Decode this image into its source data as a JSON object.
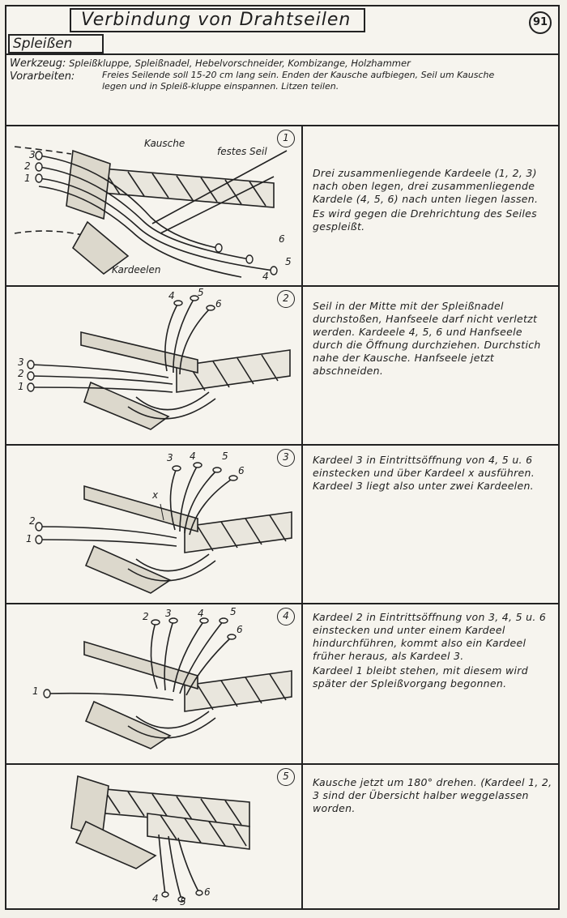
{
  "header": {
    "title": "Verbindung von Drahtseilen",
    "page_number": "91",
    "section": "Spleißen"
  },
  "tools": {
    "label": "Werkzeug:",
    "text": "Spleißkluppe, Spleißnadel, Hebelvorschneider, Kombizange, Holzhammer"
  },
  "preparation": {
    "label": "Vorarbeiten:",
    "text": "Freies Seilende soll 15-20 cm lang sein. Enden der Kausche aufbiegen, Seil um Kausche legen und in Spleiß-kluppe einspannen. Litzen teilen."
  },
  "steps": [
    {
      "number": "1",
      "labels": {
        "kausche": "Kausche",
        "festes_seil": "festes Seil",
        "kardeelen": "Kardeelen",
        "n1": "1",
        "n2": "2",
        "n3": "3",
        "n4": "4",
        "n5": "5",
        "n6": "6"
      },
      "paragraphs": [
        "Drei zusammenliegende Kardeele (1, 2, 3) nach oben legen, drei zusammenliegende Kardele (4, 5, 6) nach unten liegen lassen.",
        "Es wird gegen die Drehrichtung des Seiles gespleißt."
      ]
    },
    {
      "number": "2",
      "labels": {
        "n1": "1",
        "n2": "2",
        "n3": "3",
        "n4": "4",
        "n5": "5",
        "n6": "6"
      },
      "paragraphs": [
        "Seil in der Mitte mit der Spleißnadel durchstoßen, Hanfseele darf nicht verletzt werden. Kardeele 4, 5, 6 und Hanfseele durch die Öffnung durchziehen. Durchstich nahe der Kausche. Hanfseele jetzt abschneiden."
      ]
    },
    {
      "number": "3",
      "labels": {
        "n1": "1",
        "n2": "2",
        "n3": "3",
        "n4": "4",
        "n5": "5",
        "n6": "6",
        "x": "x"
      },
      "paragraphs": [
        "Kardeel 3 in Eintrittsöffnung von 4, 5 u. 6 einstecken und über Kardeel x ausführen. Kardeel 3 liegt also unter zwei Kardeelen."
      ]
    },
    {
      "number": "4",
      "labels": {
        "n1": "1",
        "n2": "2",
        "n3": "3",
        "n4": "4",
        "n5": "5",
        "n6": "6"
      },
      "paragraphs": [
        "Kardeel 2 in Eintrittsöffnung von 3, 4, 5 u. 6 einstecken und unter einem Kardeel hindurchführen, kommt also ein Kardeel früher heraus, als Kardeel 3.",
        "Kardeel 1 bleibt stehen, mit diesem wird später der Spleißvorgang begonnen."
      ]
    },
    {
      "number": "5",
      "labels": {
        "n4": "4",
        "n5": "5",
        "n6": "6"
      },
      "paragraphs": [
        "Kausche jetzt um 180° drehen. (Kardeel 1, 2, 3 sind der Übersicht halber weggelassen worden."
      ]
    }
  ],
  "colors": {
    "ink": "#1e1e1e",
    "paper": "#f6f4ee"
  }
}
